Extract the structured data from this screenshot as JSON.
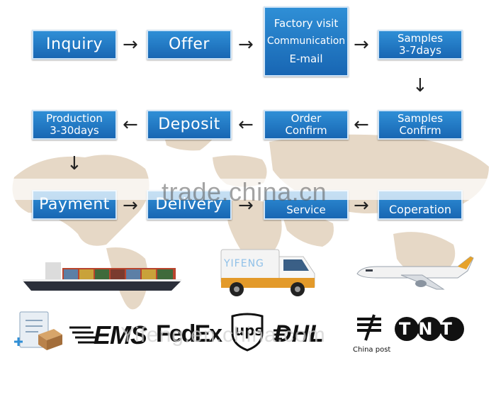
{
  "steps": {
    "inquiry": "Inquiry",
    "offer": "Offer",
    "factory_visit": [
      "Factory visit",
      "Communication",
      "E-mail"
    ],
    "samples": [
      "Samples",
      "3-7days"
    ],
    "samples_confirm": [
      "Samples",
      "Confirm"
    ],
    "order_confirm": [
      "Order",
      "Confirm"
    ],
    "deposit": "Deposit",
    "production": [
      "Production",
      "3-30days"
    ],
    "payment": "Payment",
    "delivery": "Delivery",
    "service": "Service",
    "cooperation": "Coperation"
  },
  "arrows": {
    "right": "→",
    "left": "←",
    "down": "↓"
  },
  "truck_label": "YIFENG",
  "carriers": {
    "ems": "EMS",
    "fedex": "FedEx",
    "ups": "ups",
    "dhl": "DHL",
    "china_post": "China post",
    "tnt": "TNT"
  },
  "watermarks": {
    "main": "trade.china.cn",
    "secondary": "Yifeng.en.china.com"
  },
  "colors": {
    "box_top": "#2f8fd6",
    "box_bottom": "#1866b3",
    "map": "#e6d8c6"
  }
}
